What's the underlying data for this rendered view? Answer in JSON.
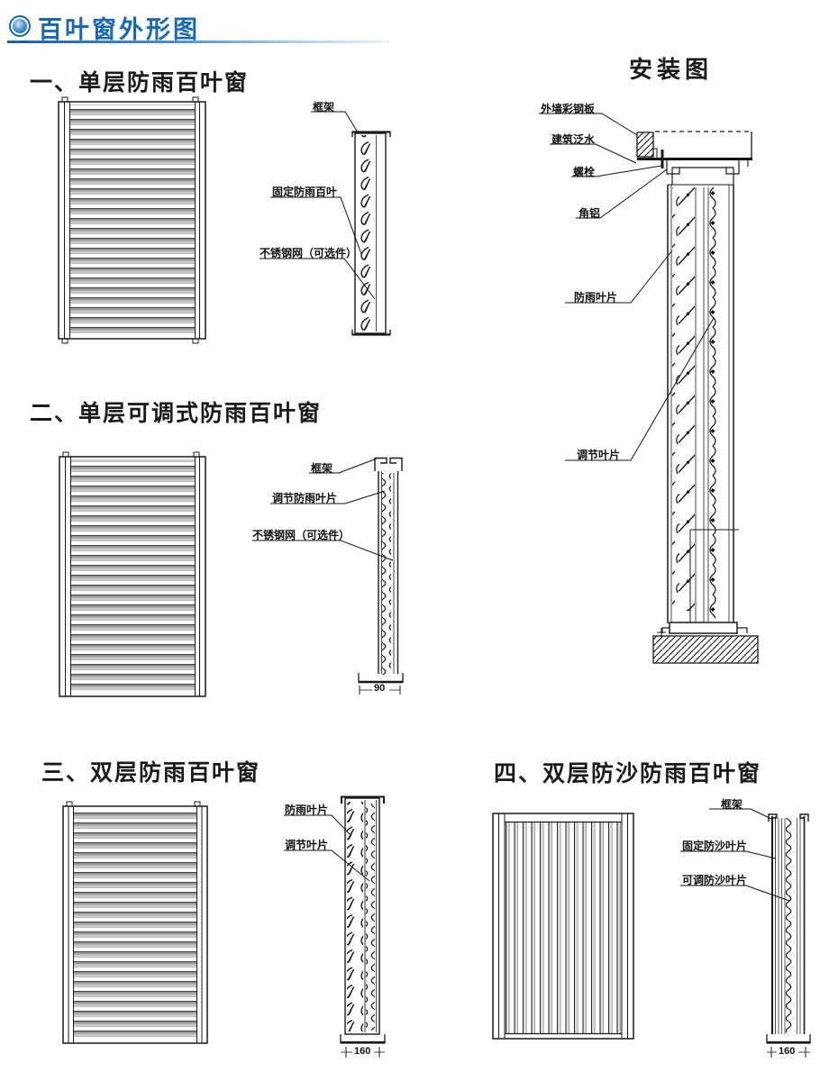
{
  "header": {
    "title": "百叶窗外形图"
  },
  "install": {
    "title": "安装图",
    "labels": {
      "wall_panel": "外墙彩钢板",
      "flashing": "建筑泛水",
      "bolt": "螺栓",
      "angle_aluminum": "角铝",
      "rain_blade": "防雨叶片",
      "adjust_blade": "调节叶片"
    }
  },
  "section1": {
    "heading": "一、单层防雨百叶窗",
    "labels": {
      "frame": "框架",
      "fixed_rain_louver": "固定防雨百叶",
      "steel_mesh": "不锈钢网（可选件）"
    }
  },
  "section2": {
    "heading": "二、单层可调式防雨百叶窗",
    "labels": {
      "frame": "框架",
      "adjust_rain_blade": "调节防雨叶片",
      "steel_mesh": "不锈钢网（可选件）"
    },
    "depth_dim": "90"
  },
  "section3": {
    "heading": "三、双层防雨百叶窗",
    "labels": {
      "rain_blade": "防雨叶片",
      "adjust_blade": "调节叶片"
    },
    "depth_dim": "160"
  },
  "section4": {
    "heading": "四、双层防沙防雨百叶窗",
    "labels": {
      "frame": "框架",
      "fixed_sand_blade": "固定防沙叶片",
      "adjust_sand_blade": "可调防沙叶片"
    },
    "depth_dim": "160"
  },
  "colors": {
    "accent_blue": "#1769b8",
    "line": "#1a1a1a"
  }
}
